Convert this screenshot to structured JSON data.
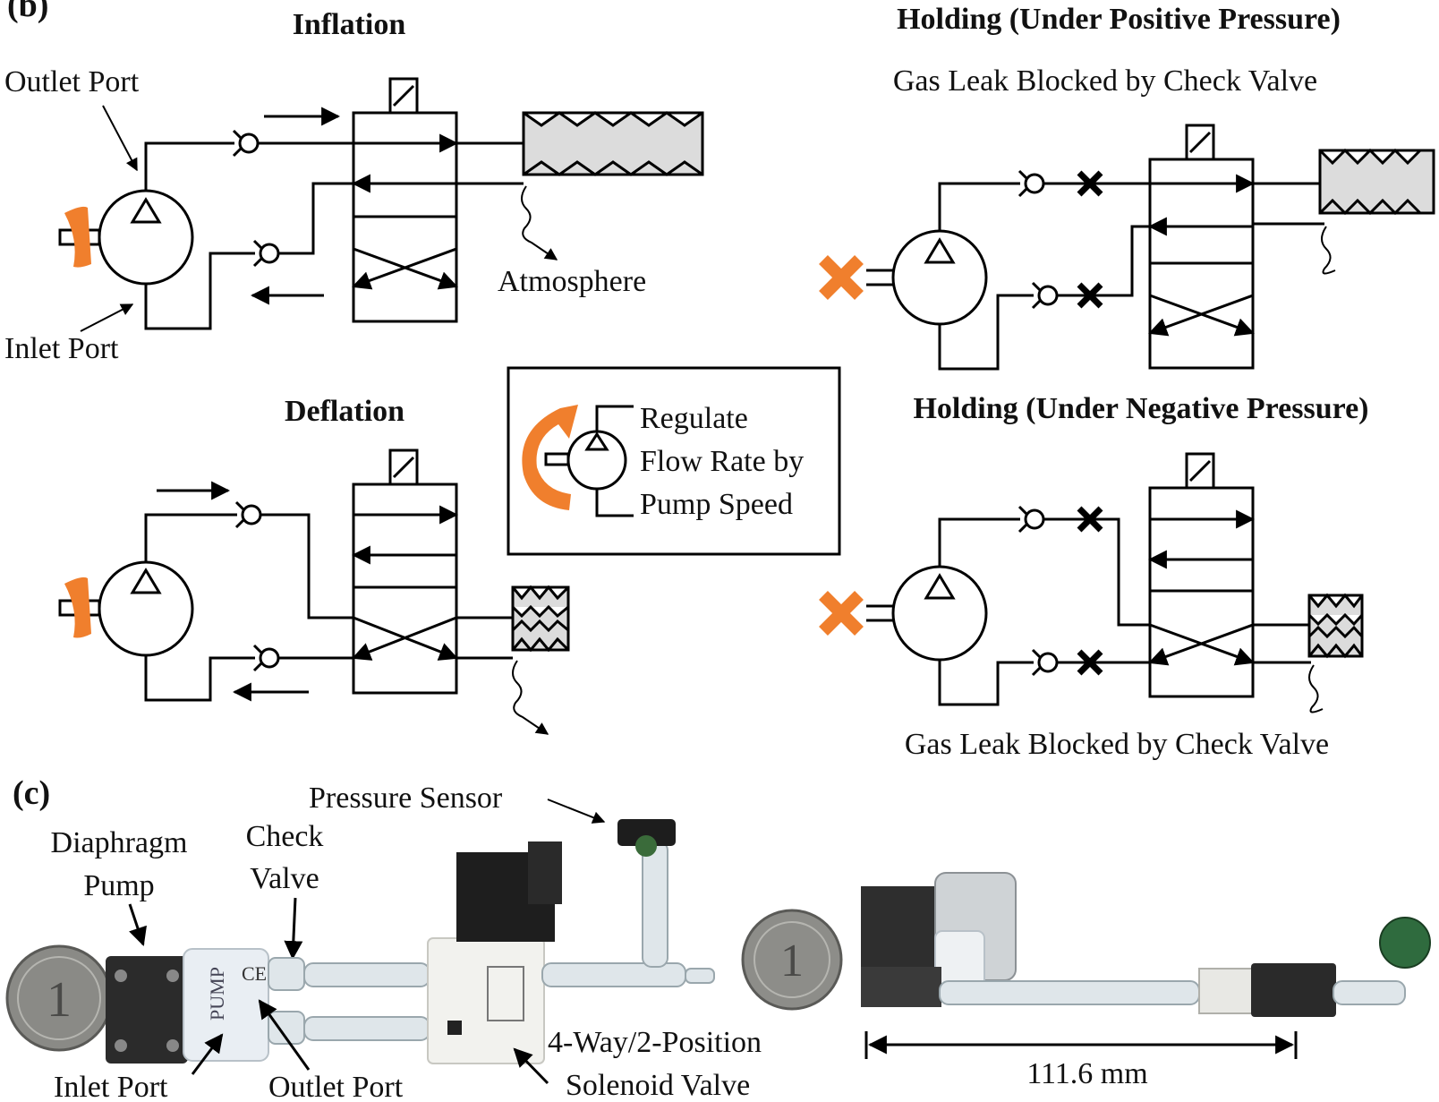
{
  "panel_b": {
    "label": "(b)",
    "inflation": {
      "title": "Inflation",
      "outlet_port": "Outlet Port",
      "inlet_port": "Inlet Port",
      "atmosphere": "Atmosphere"
    },
    "deflation": {
      "title": "Deflation"
    },
    "holding_positive": {
      "title": "Holding (Under Positive Pressure)",
      "note": "Gas Leak Blocked by Check Valve"
    },
    "holding_negative": {
      "title": "Holding (Under Negative Pressure)",
      "note": "Gas Leak Blocked by Check Valve"
    },
    "legend": {
      "line1": "Regulate",
      "line2": "Flow Rate by",
      "line3": "Pump Speed"
    }
  },
  "panel_c": {
    "label": "(c)",
    "pressure_sensor": "Pressure Sensor",
    "diaphragm_line1": "Diaphragm",
    "diaphragm_line2": "Pump",
    "check_line1": "Check",
    "check_line2": "Valve",
    "inlet_port": "Inlet Port",
    "outlet_port": "Outlet Port",
    "solenoid_line1": "4-Way/2-Position",
    "solenoid_line2": "Solenoid Valve",
    "dimension": "111.6 mm"
  },
  "colors": {
    "accent_orange": "#f07f2d",
    "bellows_fill": "#dcdcdc",
    "line": "#000000"
  }
}
